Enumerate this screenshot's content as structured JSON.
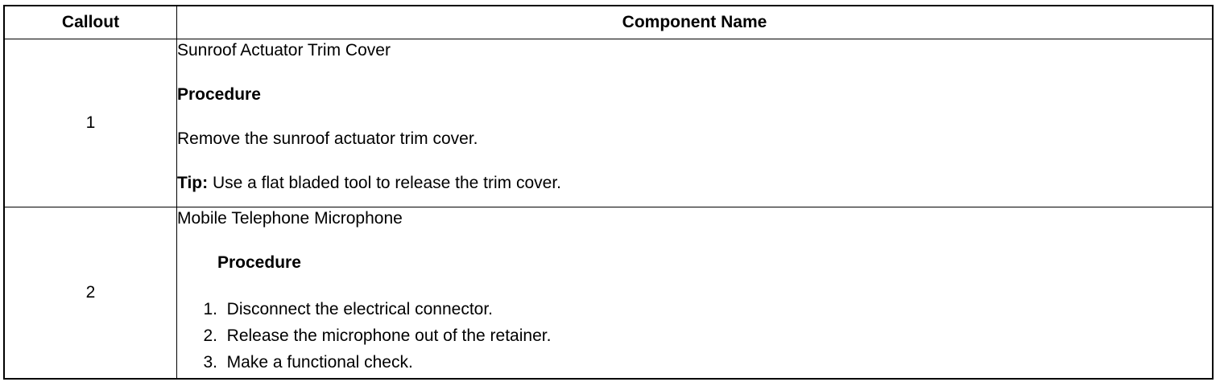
{
  "table": {
    "headers": {
      "callout": "Callout",
      "component_name": "Component Name"
    },
    "rows": [
      {
        "callout": "1",
        "component_name": "Sunroof Actuator Trim Cover",
        "procedure_heading": "Procedure",
        "step": "Remove the sunroof actuator trim cover.",
        "tip_label": "Tip:",
        "tip_text": " Use a flat bladed tool to release the trim cover."
      },
      {
        "callout": "2",
        "component_name": "Mobile Telephone Microphone",
        "procedure_heading": "Procedure",
        "steps": [
          {
            "num": "1.",
            "text": "Disconnect the electrical connector."
          },
          {
            "num": "2.",
            "text": "Release the microphone out of the retainer."
          },
          {
            "num": "3.",
            "text": "Make a functional check."
          }
        ]
      }
    ]
  }
}
